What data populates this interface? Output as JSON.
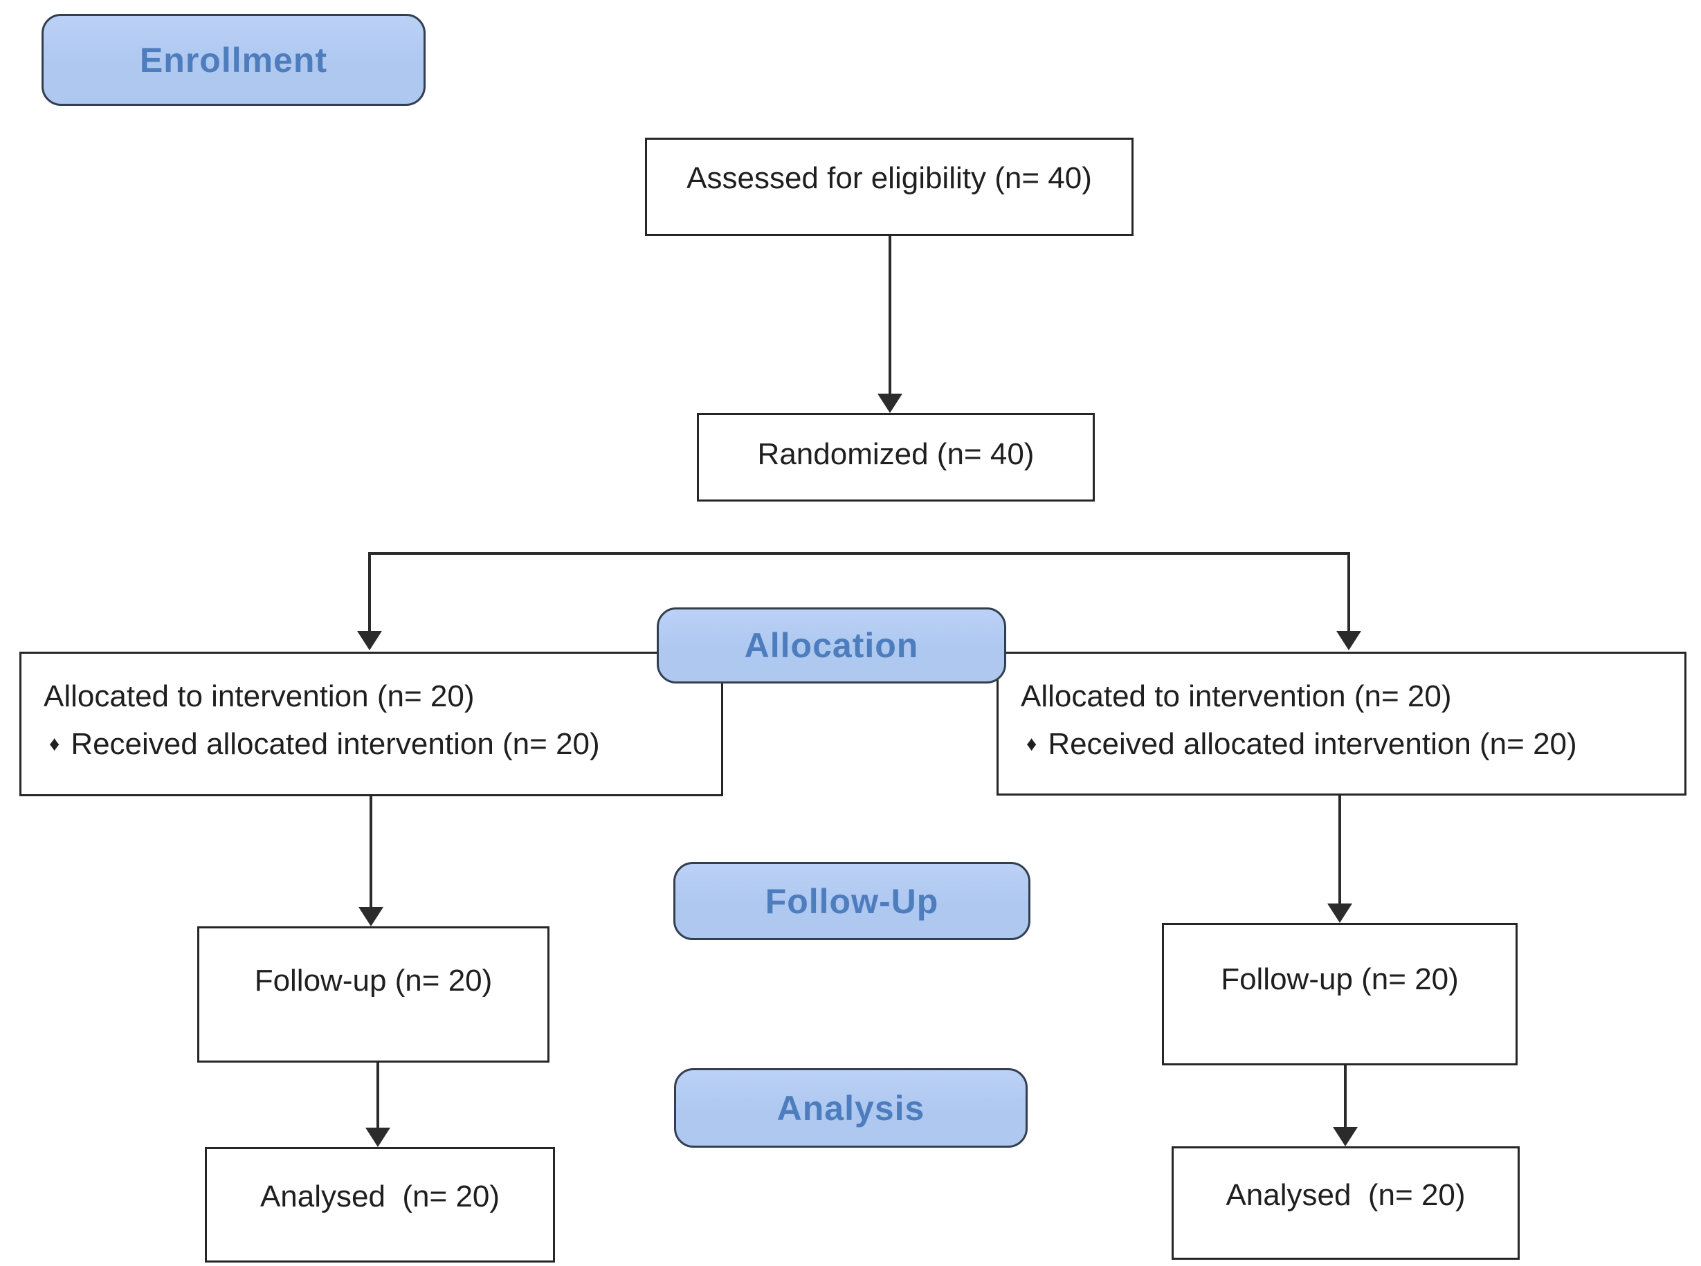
{
  "diagram": {
    "type": "consort-flow-diagram",
    "stages": {
      "enrollment": "Enrollment",
      "allocation": "Allocation",
      "followup": "Follow-Up",
      "analysis": "Analysis"
    },
    "nodes": {
      "assessed": {
        "text": "Assessed for eligibility (n= 40)"
      },
      "randomized": {
        "text": "Randomized (n= 40)"
      },
      "alloc_left": {
        "line1": "Allocated to intervention (n= 20)",
        "bullet": "♦",
        "line2": "Received allocated intervention (n= 20)"
      },
      "alloc_right": {
        "line1": "Allocated to intervention (n= 20)",
        "bullet": "♦",
        "line2": "Received allocated intervention (n= 20)"
      },
      "followup_left": {
        "text": "Follow-up (n= 20)"
      },
      "followup_right": {
        "text": "Follow-up (n= 20)"
      },
      "analysed_left": {
        "text": "Analysed  (n= 20)"
      },
      "analysed_right": {
        "text": "Analysed  (n= 20)"
      }
    },
    "counts": {
      "assessed": 40,
      "randomized": 40,
      "allocated_per_arm": 20,
      "received_per_arm": 20,
      "followup_per_arm": 20,
      "analysed_per_arm": 20
    },
    "colors": {
      "background": "#ffffff",
      "box_border": "#262626",
      "box_text": "#1f1f1f",
      "connector": "#2b2b2b",
      "stage_fill": "#aec8f0",
      "stage_border": "#333f50",
      "stage_text": "#4e7dbe"
    }
  }
}
